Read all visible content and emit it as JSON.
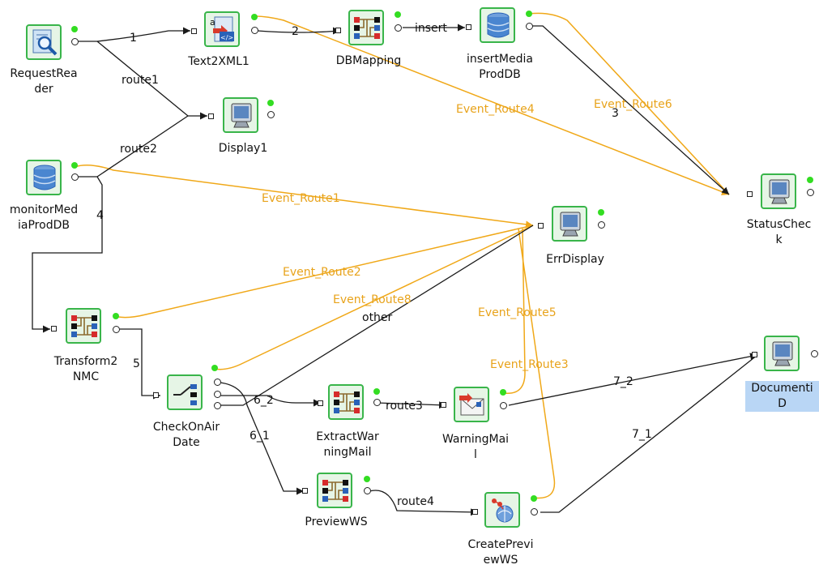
{
  "colors": {
    "link": "#1a1a1a",
    "event": "#f0a818",
    "event_text": "#e8a31b",
    "node_border": "#39b54a",
    "status_dot": "#33dd22",
    "selection": "#b9d6f5"
  },
  "nodes": {
    "request_reader": {
      "label": "RequestRea\nder",
      "icon": "magnifier-icon"
    },
    "text2xml1": {
      "label": "Text2XML1",
      "icon": "text-to-xml-icon"
    },
    "dbmapping": {
      "label": "DBMapping",
      "icon": "mapping-icon"
    },
    "insert_media_proddb": {
      "label": "insertMedia\nProdDB",
      "icon": "database-icon"
    },
    "display1": {
      "label": "Display1",
      "icon": "monitor-icon"
    },
    "monitor_media_proddb": {
      "label": "monitorMed\niaProdDB",
      "icon": "database-icon"
    },
    "err_display": {
      "label": "ErrDisplay",
      "icon": "monitor-icon"
    },
    "status_check": {
      "label": "StatusChec\nk",
      "icon": "monitor-icon"
    },
    "transform2nmc": {
      "label": "Transform2\nNMC",
      "icon": "mapping-icon"
    },
    "check_on_air_date": {
      "label": "CheckOnAir\nDate",
      "icon": "switch-icon"
    },
    "extract_warning_mail": {
      "label": "ExtractWar\nningMail",
      "icon": "mapping-icon"
    },
    "warning_mail": {
      "label": "WarningMai\nl",
      "icon": "mail-icon"
    },
    "documenti_d": {
      "label": "Documenti\nD",
      "icon": "monitor-icon"
    },
    "preview_ws": {
      "label": "PreviewWS",
      "icon": "mapping-icon"
    },
    "create_preview_ws": {
      "label": "CreatePrevi\newWS",
      "icon": "web-service-icon"
    }
  },
  "links": [
    {
      "id": "link-1",
      "label": "1"
    },
    {
      "id": "link-2",
      "label": "2"
    },
    {
      "id": "link-insert",
      "label": "insert"
    },
    {
      "id": "link-route1",
      "label": "route1"
    },
    {
      "id": "link-route2",
      "label": "route2"
    },
    {
      "id": "link-4",
      "label": "4"
    },
    {
      "id": "link-5",
      "label": "5"
    },
    {
      "id": "link-6_2",
      "label": "6_2"
    },
    {
      "id": "link-6_1",
      "label": "6_1"
    },
    {
      "id": "link-route3",
      "label": "route3"
    },
    {
      "id": "link-route4",
      "label": "route4"
    },
    {
      "id": "link-7_2",
      "label": "7_2"
    },
    {
      "id": "link-7_1",
      "label": "7_1"
    },
    {
      "id": "link-other",
      "label": "other"
    },
    {
      "id": "link-3",
      "label": "3"
    }
  ],
  "events": [
    {
      "id": "event-route1",
      "label": "Event_Route1"
    },
    {
      "id": "event-route2",
      "label": "Event_Route2"
    },
    {
      "id": "event-route3",
      "label": "Event_Route3"
    },
    {
      "id": "event-route4",
      "label": "Event_Route4"
    },
    {
      "id": "event-route5",
      "label": "Event_Route5"
    },
    {
      "id": "event-route6",
      "label": "Event_Route6"
    },
    {
      "id": "event-route8",
      "label": "Event_Route8"
    }
  ]
}
